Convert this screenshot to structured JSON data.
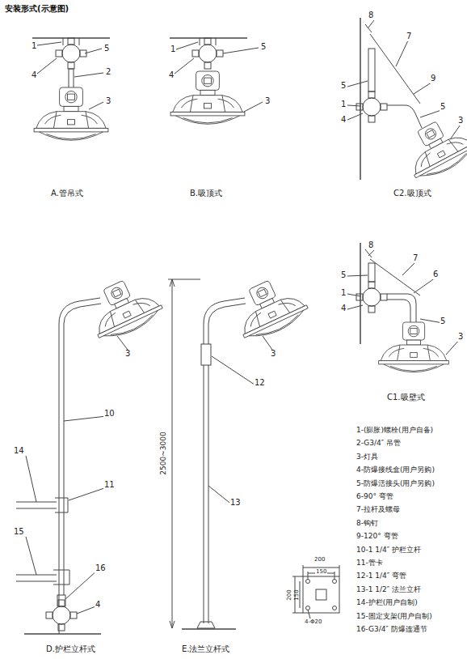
{
  "diagram": {
    "title": "安装形式(示意图)",
    "labels": [
      "1",
      "5",
      "4",
      "2",
      "3",
      "A.管吊式",
      "1",
      "5",
      "4",
      "3",
      "B.吸顶式",
      "8",
      "7",
      "9",
      "5",
      "1",
      "4",
      "5",
      "3",
      "C2.吸顶式",
      "8",
      "7",
      "6",
      "5",
      "1",
      "4",
      "5",
      "3",
      "C1.吸壁式",
      "3",
      "10",
      "14",
      "11",
      "15",
      "16",
      "4",
      "D.护栏立杆式",
      "2500~3000",
      "3",
      "12",
      "13",
      "E.法兰立杆式",
      "200",
      "150",
      "200",
      "150",
      "4-Φ20",
      "1-(膨胀)螺栓(用户自备)",
      "2-G3/4″ 吊管",
      "3-灯具",
      "4-防爆接线盒(用户另购)",
      "5-防爆活接头(用户另购)",
      "6-90° 弯管",
      "7-拉杆及螺母",
      "8-钩钉",
      "9-120° 弯管",
      "10-1 1/4″ 护栏立杆",
      "11-管卡",
      "12-1 1/4″ 弯管",
      "13-1 1/2″ 法兰立杆",
      "14-护栏(用户自制)",
      "15-固定支架(用户自制)",
      "16-G3/4″ 防爆连通节"
    ]
  }
}
